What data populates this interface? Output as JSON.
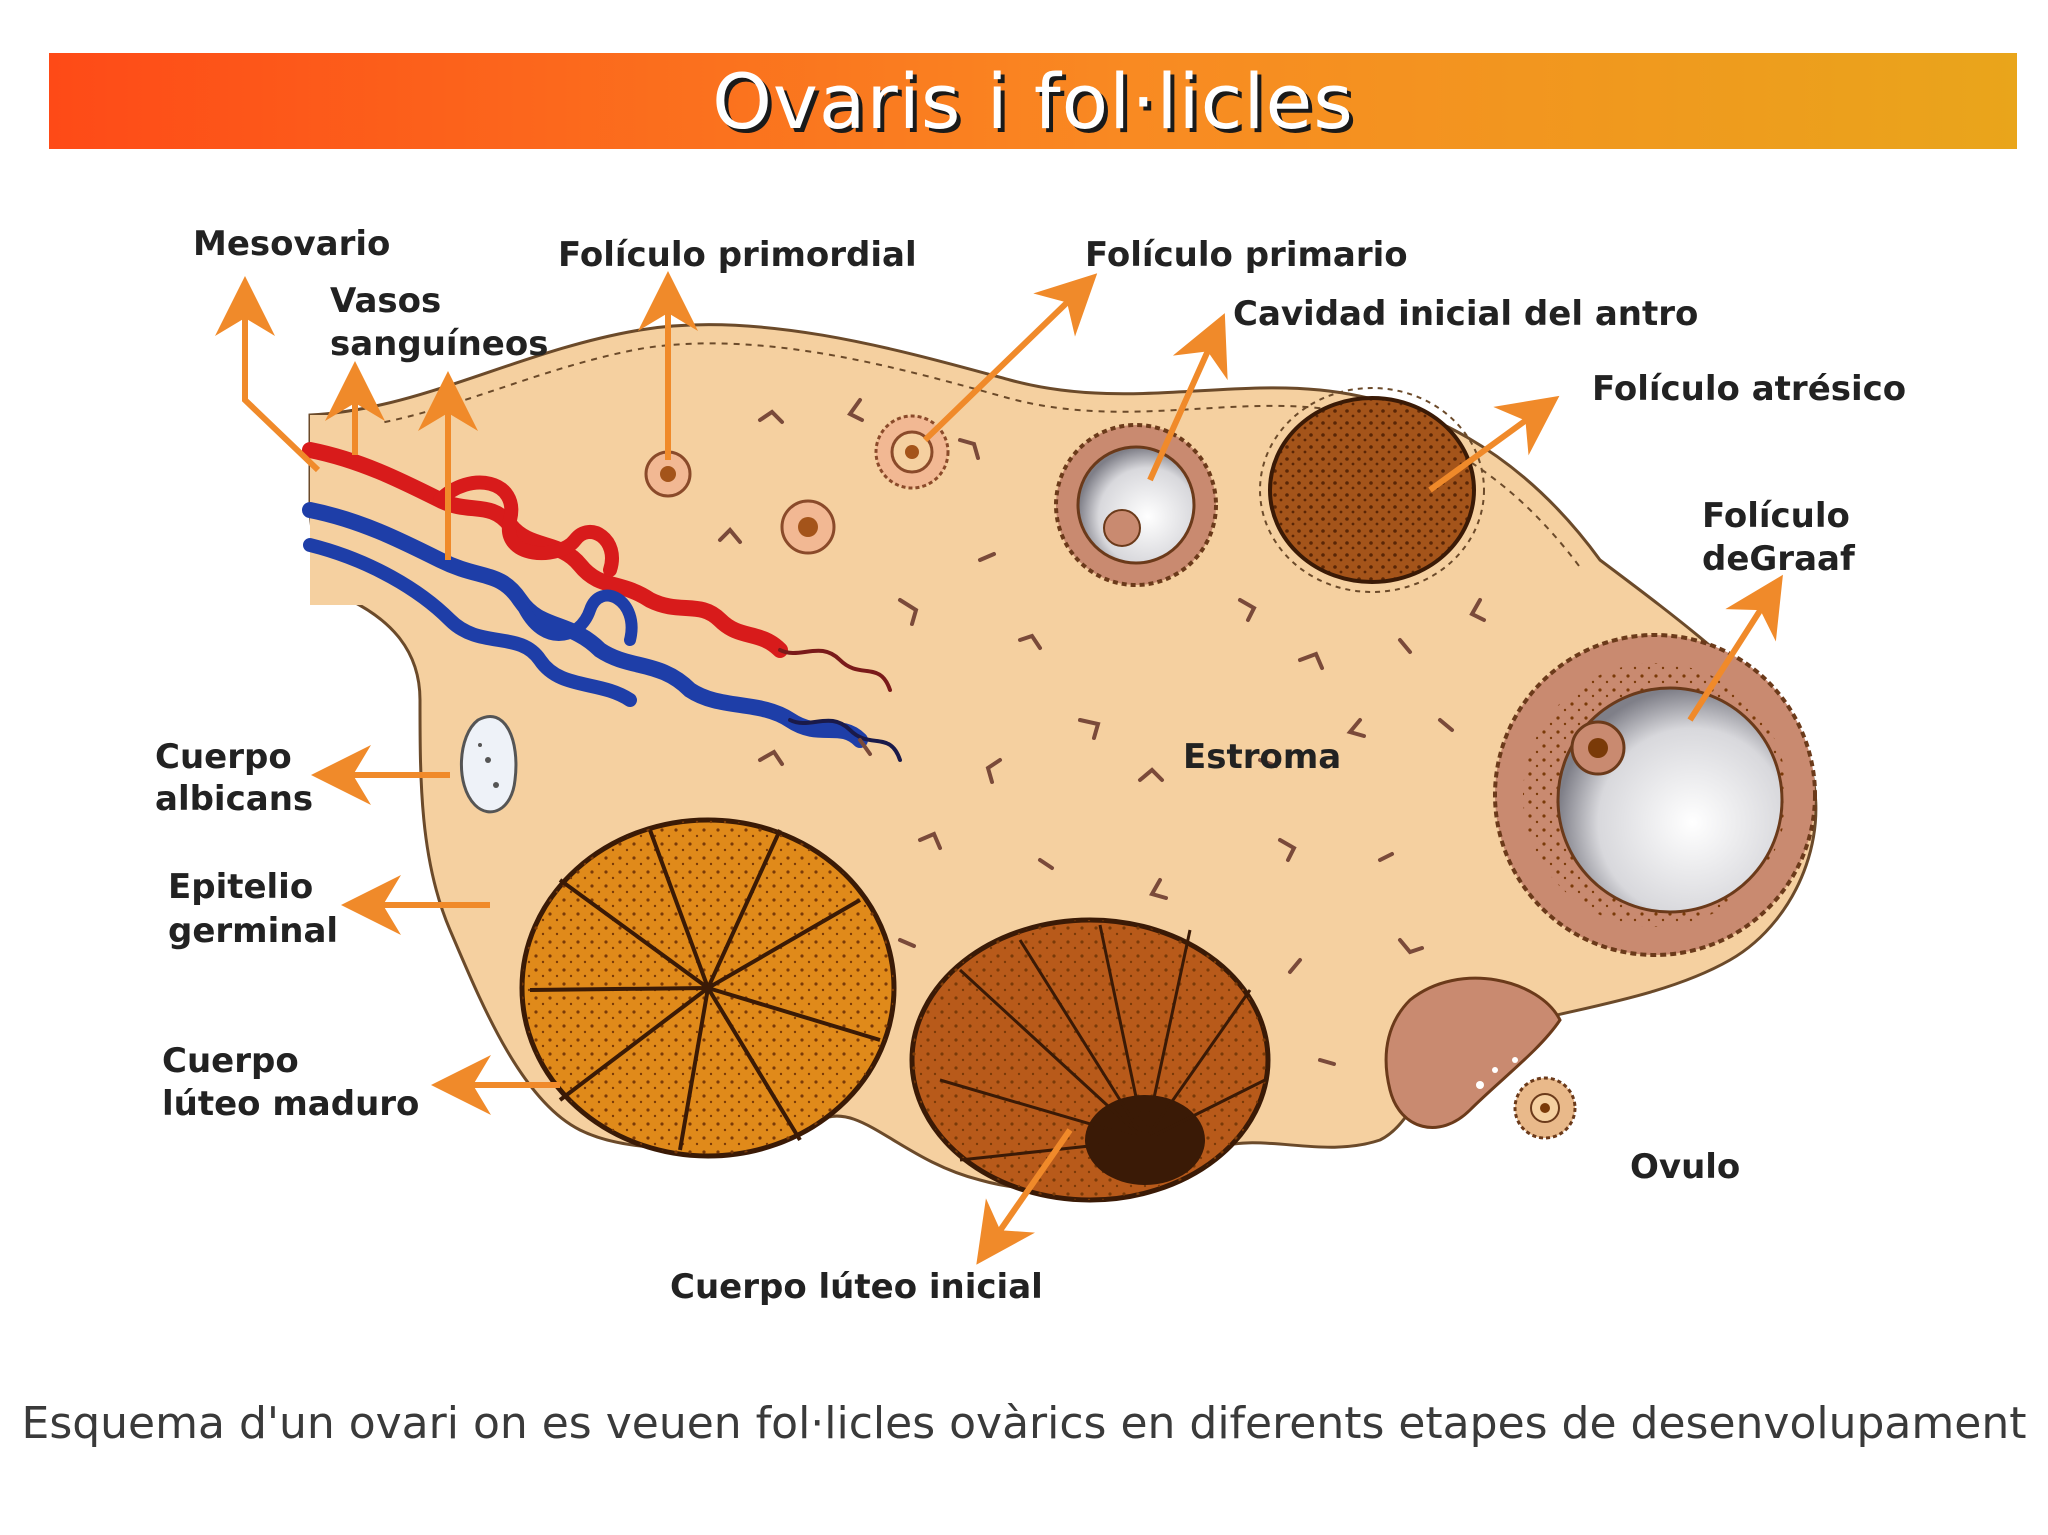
{
  "title": "Ovaris i fol·licles",
  "labels": {
    "mesovario": "Mesovario",
    "vasos_1": "Vasos",
    "vasos_2": "sanguíneos",
    "foliculo_primordial": "Folículo primordial",
    "foliculo_primario": "Folículo primario",
    "cavidad_antro": "Cavidad inicial del antro",
    "foliculo_atresico": "Folículo atrésico",
    "graaf_1": "Folículo",
    "graaf_2": "deGraaf",
    "cuerpo_albicans_1": "Cuerpo",
    "cuerpo_albicans_2": "albicans",
    "epitelio_1": "Epitelio",
    "epitelio_2": "germinal",
    "luteo_maduro_1": "Cuerpo",
    "luteo_maduro_2": "lúteo maduro",
    "estroma": "Estroma",
    "ovulo": "Ovulo",
    "luteo_inicial": "Cuerpo lúteo inicial"
  },
  "caption": "Esquema d'un ovari on es veuen fol·licles ovàrics en diferents etapes de desenvolupament",
  "colors": {
    "title_gradient_start": "#fe4a17",
    "title_gradient_end": "#e9a51b",
    "ovary": "#f5d0a0",
    "arrow": "#f08a2a",
    "artery": "#d81b1b",
    "vein": "#1e3ea8",
    "corpus_luteum": "#e08a1a"
  }
}
